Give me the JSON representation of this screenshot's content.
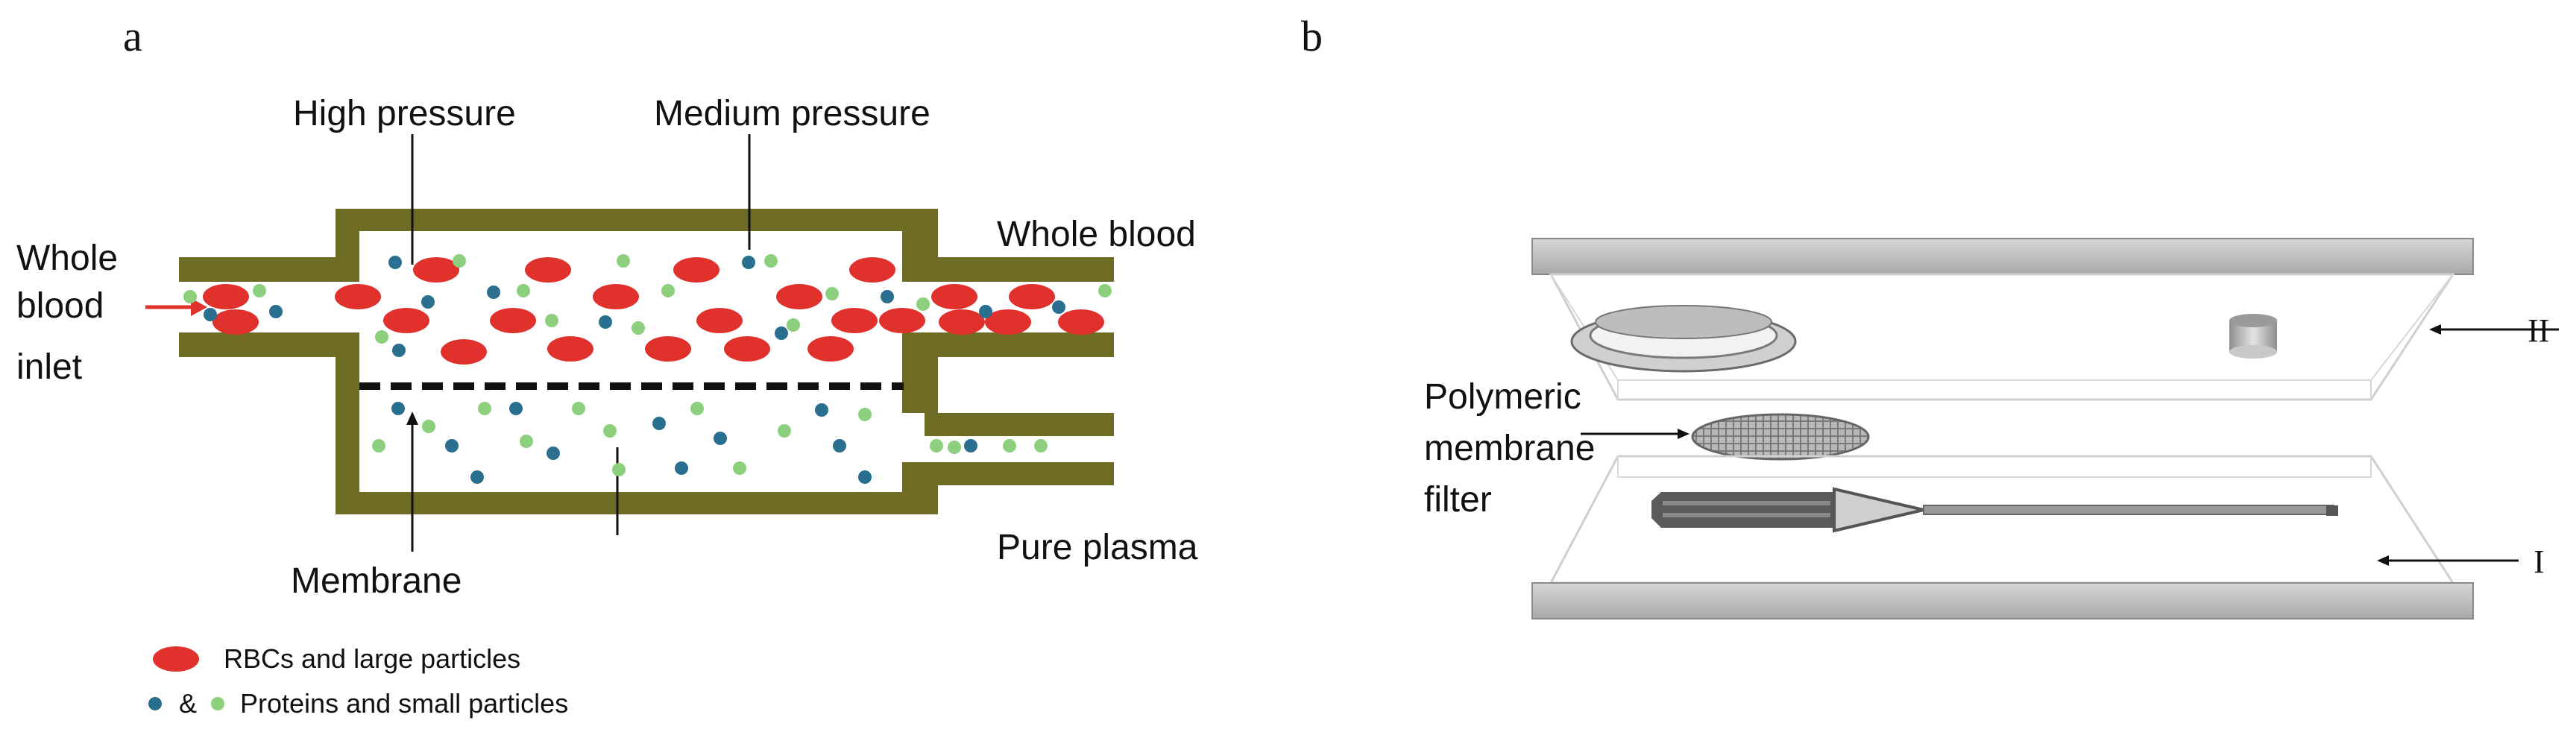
{
  "panel_a": {
    "letter": "a",
    "labels": {
      "high_pressure": "High pressure",
      "medium_pressure": "Medium pressure",
      "inlet_line1": "Whole",
      "inlet_line2": "blood",
      "inlet_line3": "inlet",
      "whole_blood": "Whole blood",
      "membrane": "Membrane",
      "pure_plasma": "Pure plasma"
    },
    "legend": {
      "large": "RBCs and large particles",
      "amp": "&",
      "small": "Proteins and small particles"
    },
    "colors": {
      "wall": "#6e6b25",
      "rbc": "#e0312c",
      "blue_particle": "#2a6f8f",
      "green_particle": "#8ccf7d",
      "arrow": "#e0312c",
      "membrane": "#111111"
    }
  },
  "panel_b": {
    "letter": "b",
    "labels": {
      "filter_line1": "Polymeric",
      "filter_line2": "membrane",
      "filter_line3": "filter",
      "layer_top": "II",
      "layer_bottom": "I"
    },
    "colors": {
      "slab": "#bdbdbd",
      "slab_edge": "#8a8a8a",
      "outline": "#c8c8c8",
      "channel": "#7a7a7a"
    }
  }
}
